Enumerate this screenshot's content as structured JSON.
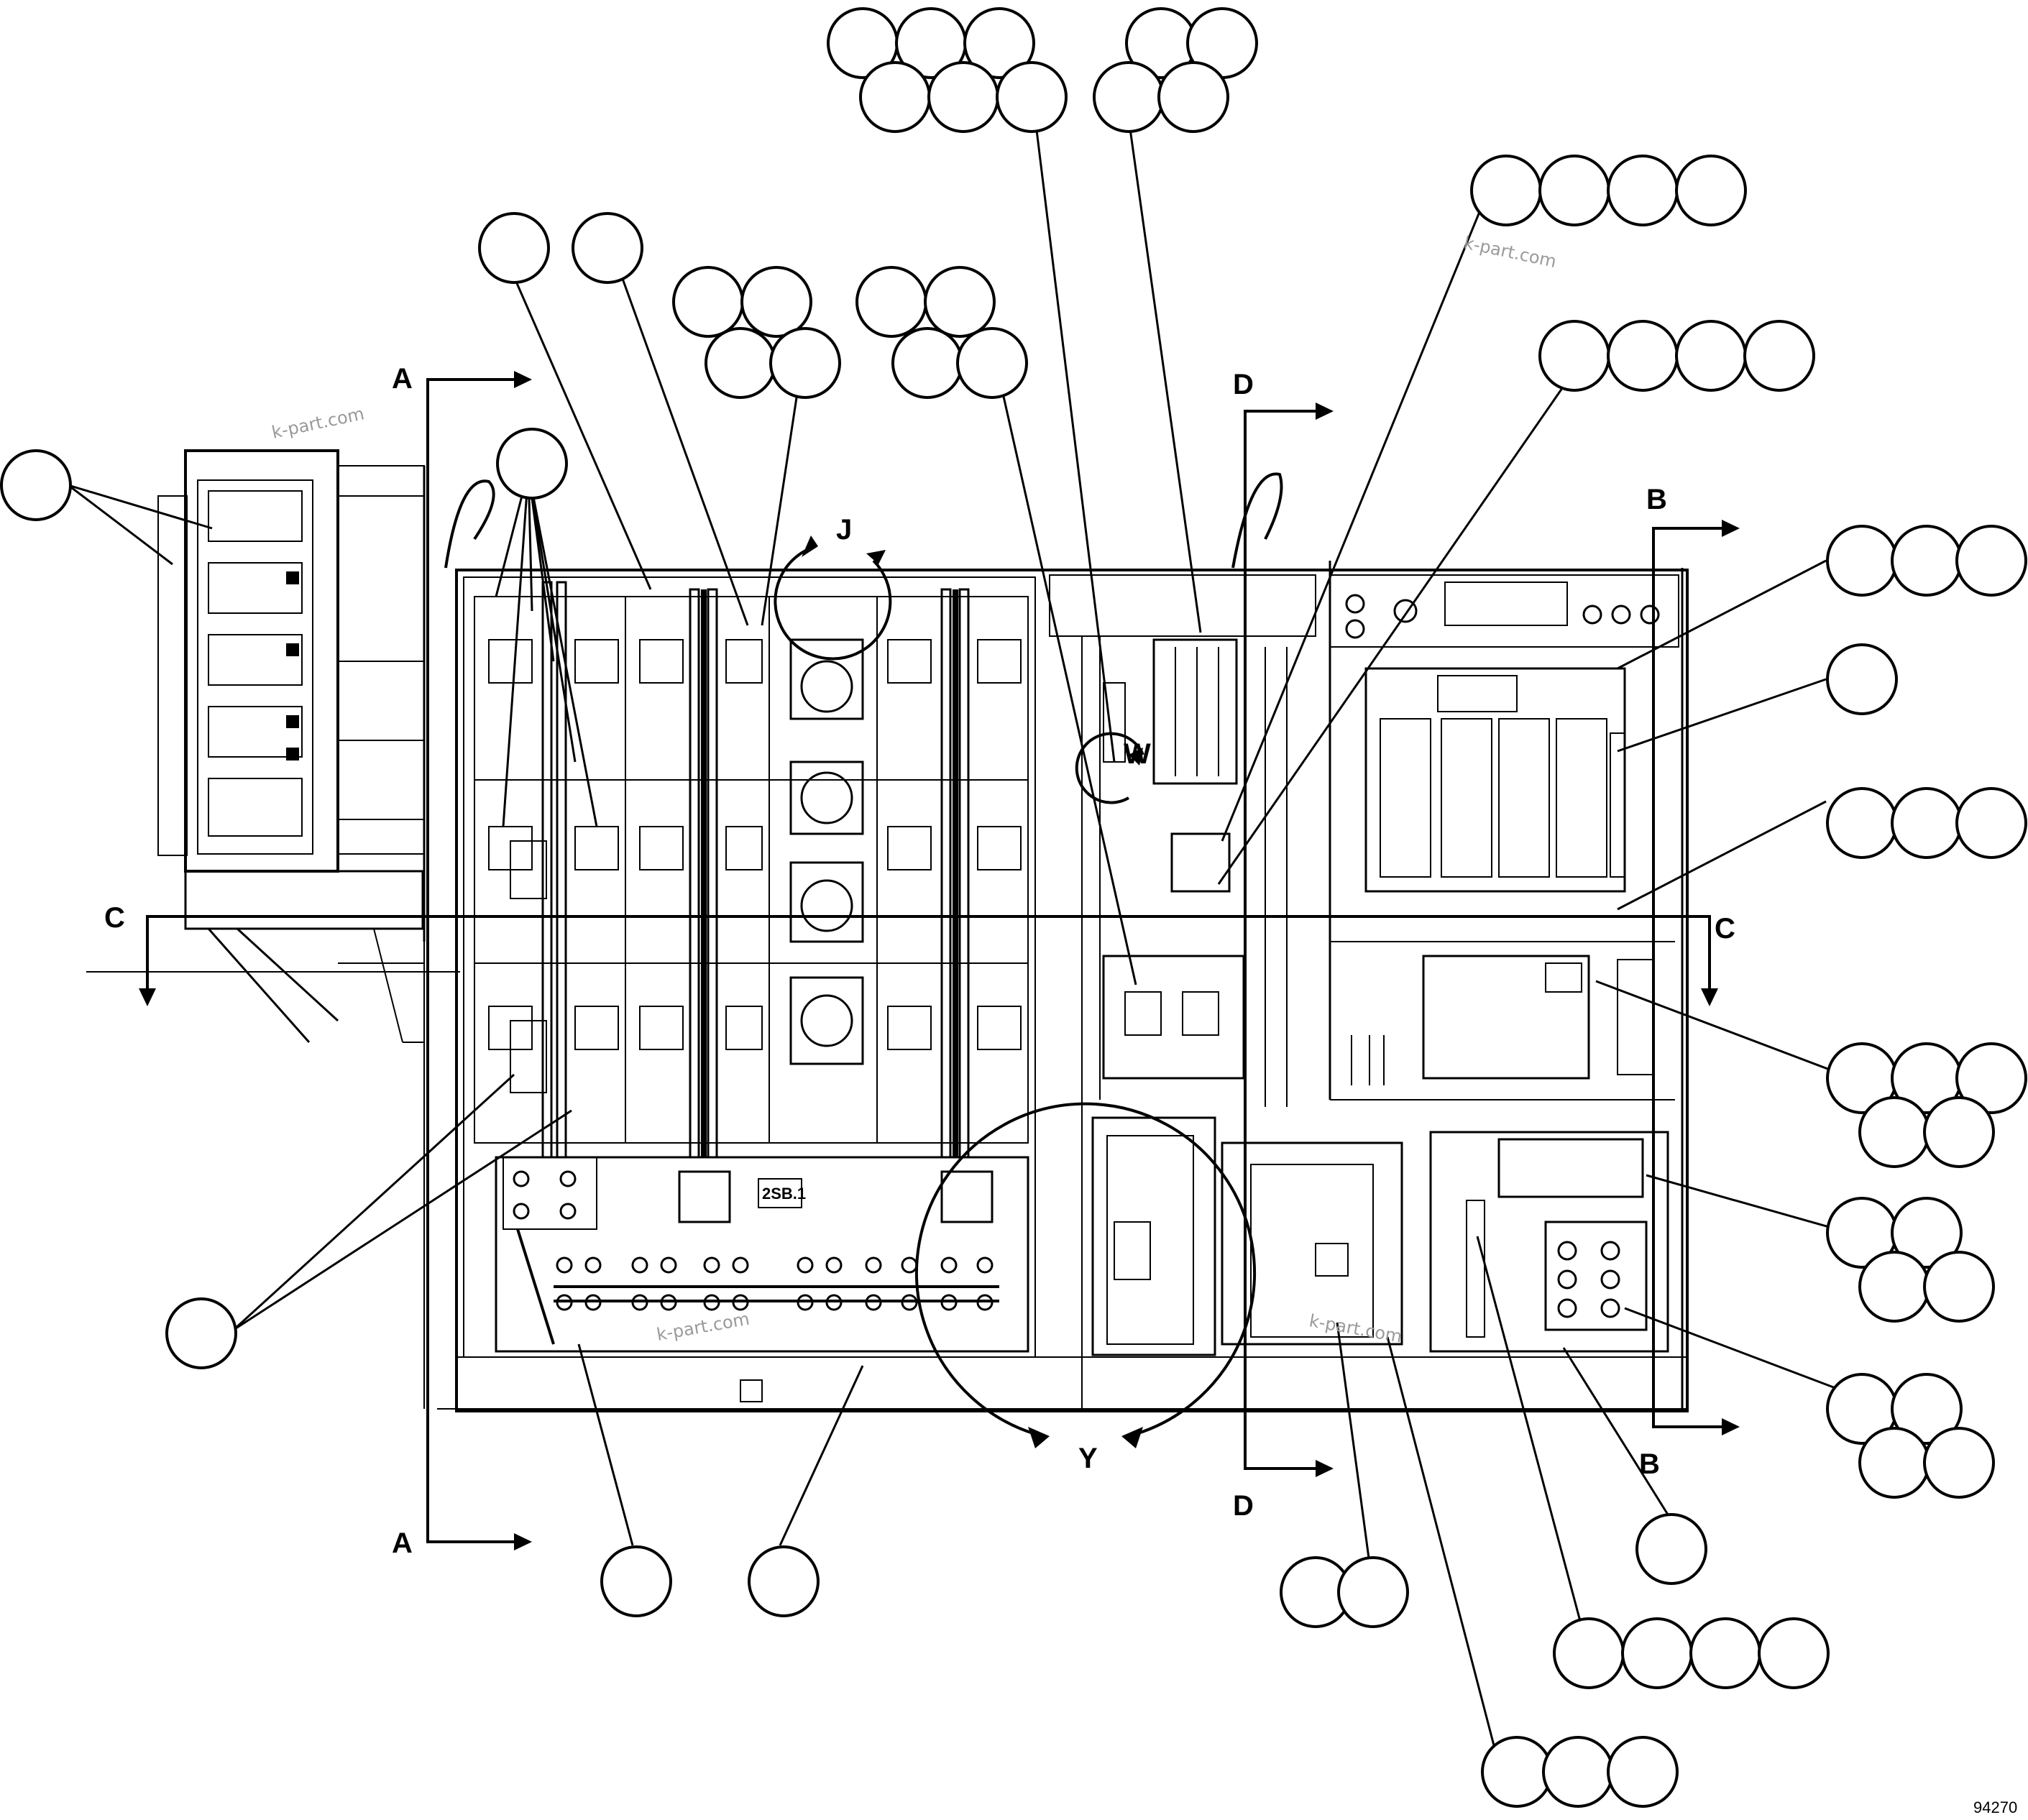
{
  "diagram": {
    "section_labels": {
      "a_top": "A",
      "a_bottom": "A",
      "b_top": "B",
      "b_bottom": "B",
      "c_left": "C",
      "c_right": "C",
      "d_top": "D",
      "d_bottom": "D"
    },
    "detail_labels": {
      "j": "J",
      "w": "W",
      "y": "Y"
    },
    "nameplate": "2SB.1",
    "watermark": "k-part.com",
    "figure_number": "94270"
  }
}
